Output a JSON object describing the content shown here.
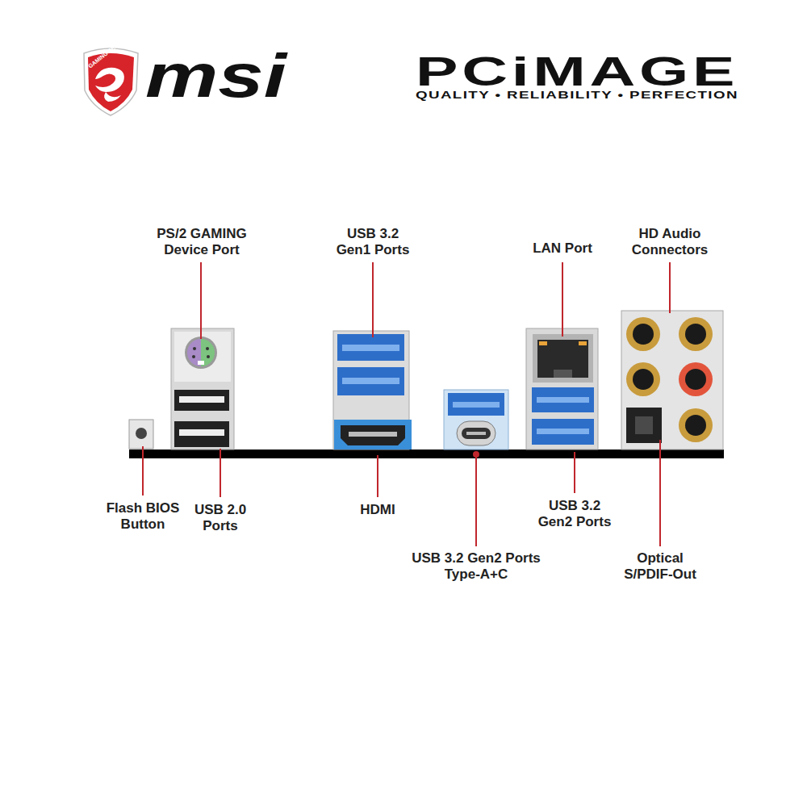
{
  "diagram": {
    "labels": [
      "GAMING SERIES",
      "msi",
      "PCiMAGE",
      "QUALITY • RELIABILITY • PERFECTION",
      "PS/2 GAMING Device Port",
      "USB 3.2 Gen1 Ports",
      "LAN Port",
      "HD Audio Connectors",
      "Flash BIOS Button",
      "USB 2.0 Ports",
      "HDMI",
      "USB 3.2 Gen2 Ports Type-A+C",
      "USB 3.2 Gen2 Ports",
      "Optical S/PDIF-Out"
    ]
  }
}
